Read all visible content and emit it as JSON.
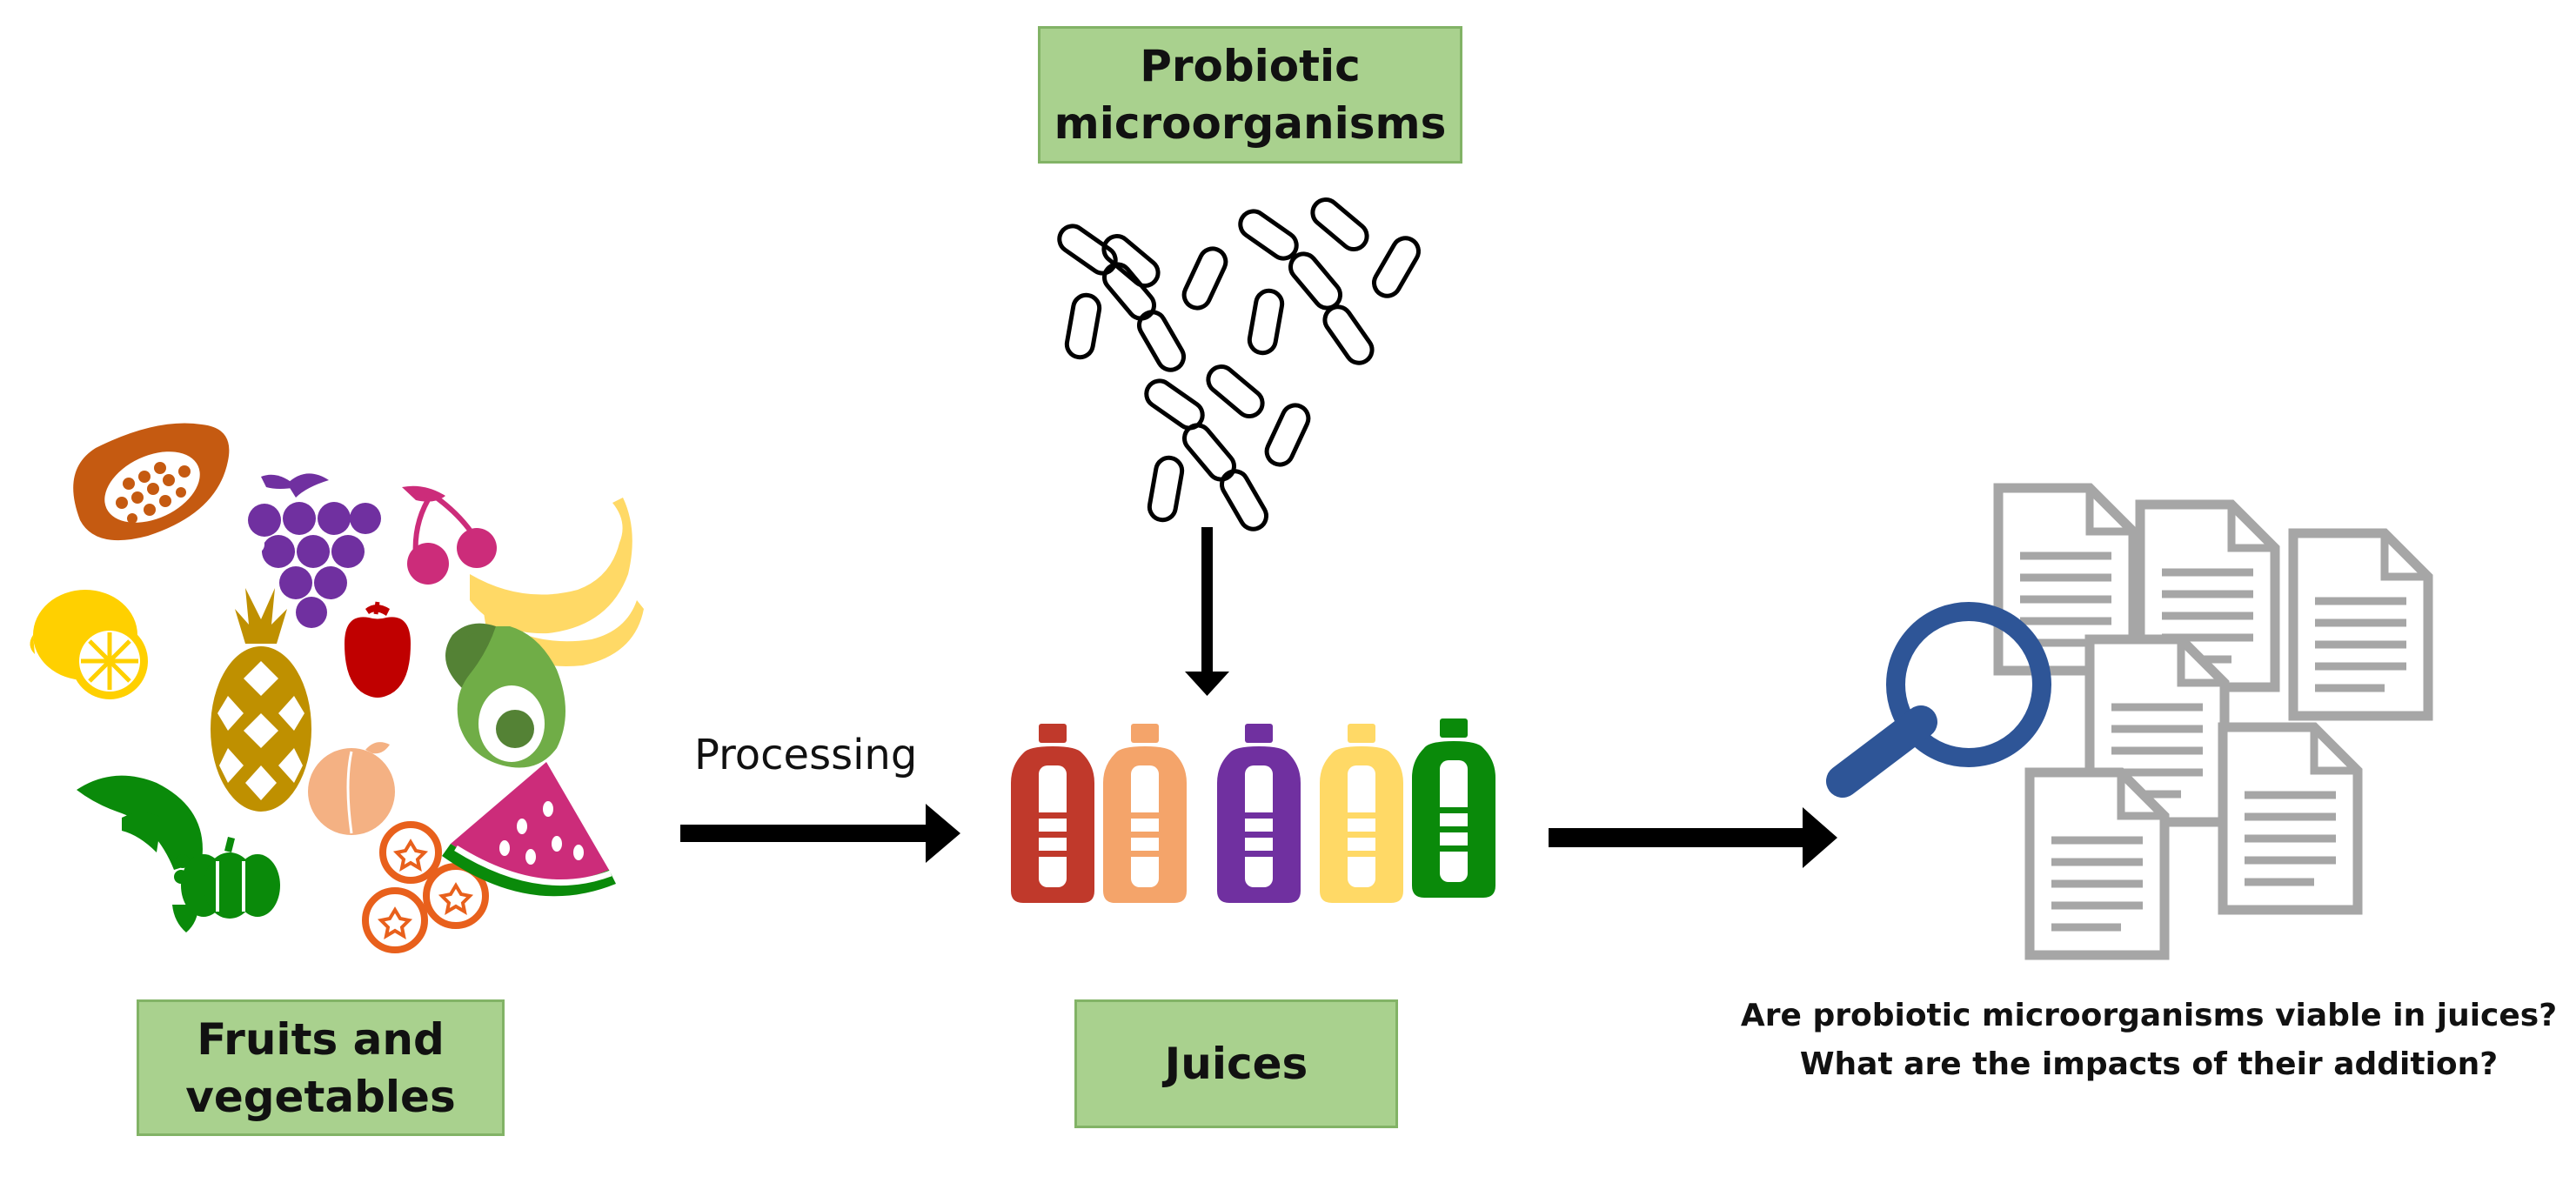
{
  "labels": {
    "probiotics": "Probiotic\nmicroorganisms",
    "fruits": "Fruits and\nvegetables",
    "juices": "Juices",
    "processing": "Processing",
    "question_1": "Are probiotic microorganisms viable in juices?",
    "question_2": "What are the impacts of their addition?"
  },
  "colors": {
    "box_fill": "#a9d18e",
    "box_border": "#82b366",
    "arrow": "#000000",
    "bottles": [
      "#c0392b",
      "#f4a46a",
      "#7030a0",
      "#ffd966",
      "#0a8a0a"
    ],
    "magnifier": "#2e5597",
    "documents": "#a6a6a6"
  },
  "icons": {
    "produce": [
      "papaya-icon",
      "grapes-icon",
      "cherries-icon",
      "banana-icon",
      "lemon-icon",
      "pineapple-icon",
      "apple-icon",
      "avocado-icon",
      "cornucopia-icon",
      "pumpkin-icon",
      "peach-icon",
      "blueberries-icon",
      "watermelon-icon"
    ],
    "bacteria": "bacteria-icon",
    "bottle": "bottle-icon",
    "magnifier": "magnifier-icon",
    "document": "document-icon"
  }
}
